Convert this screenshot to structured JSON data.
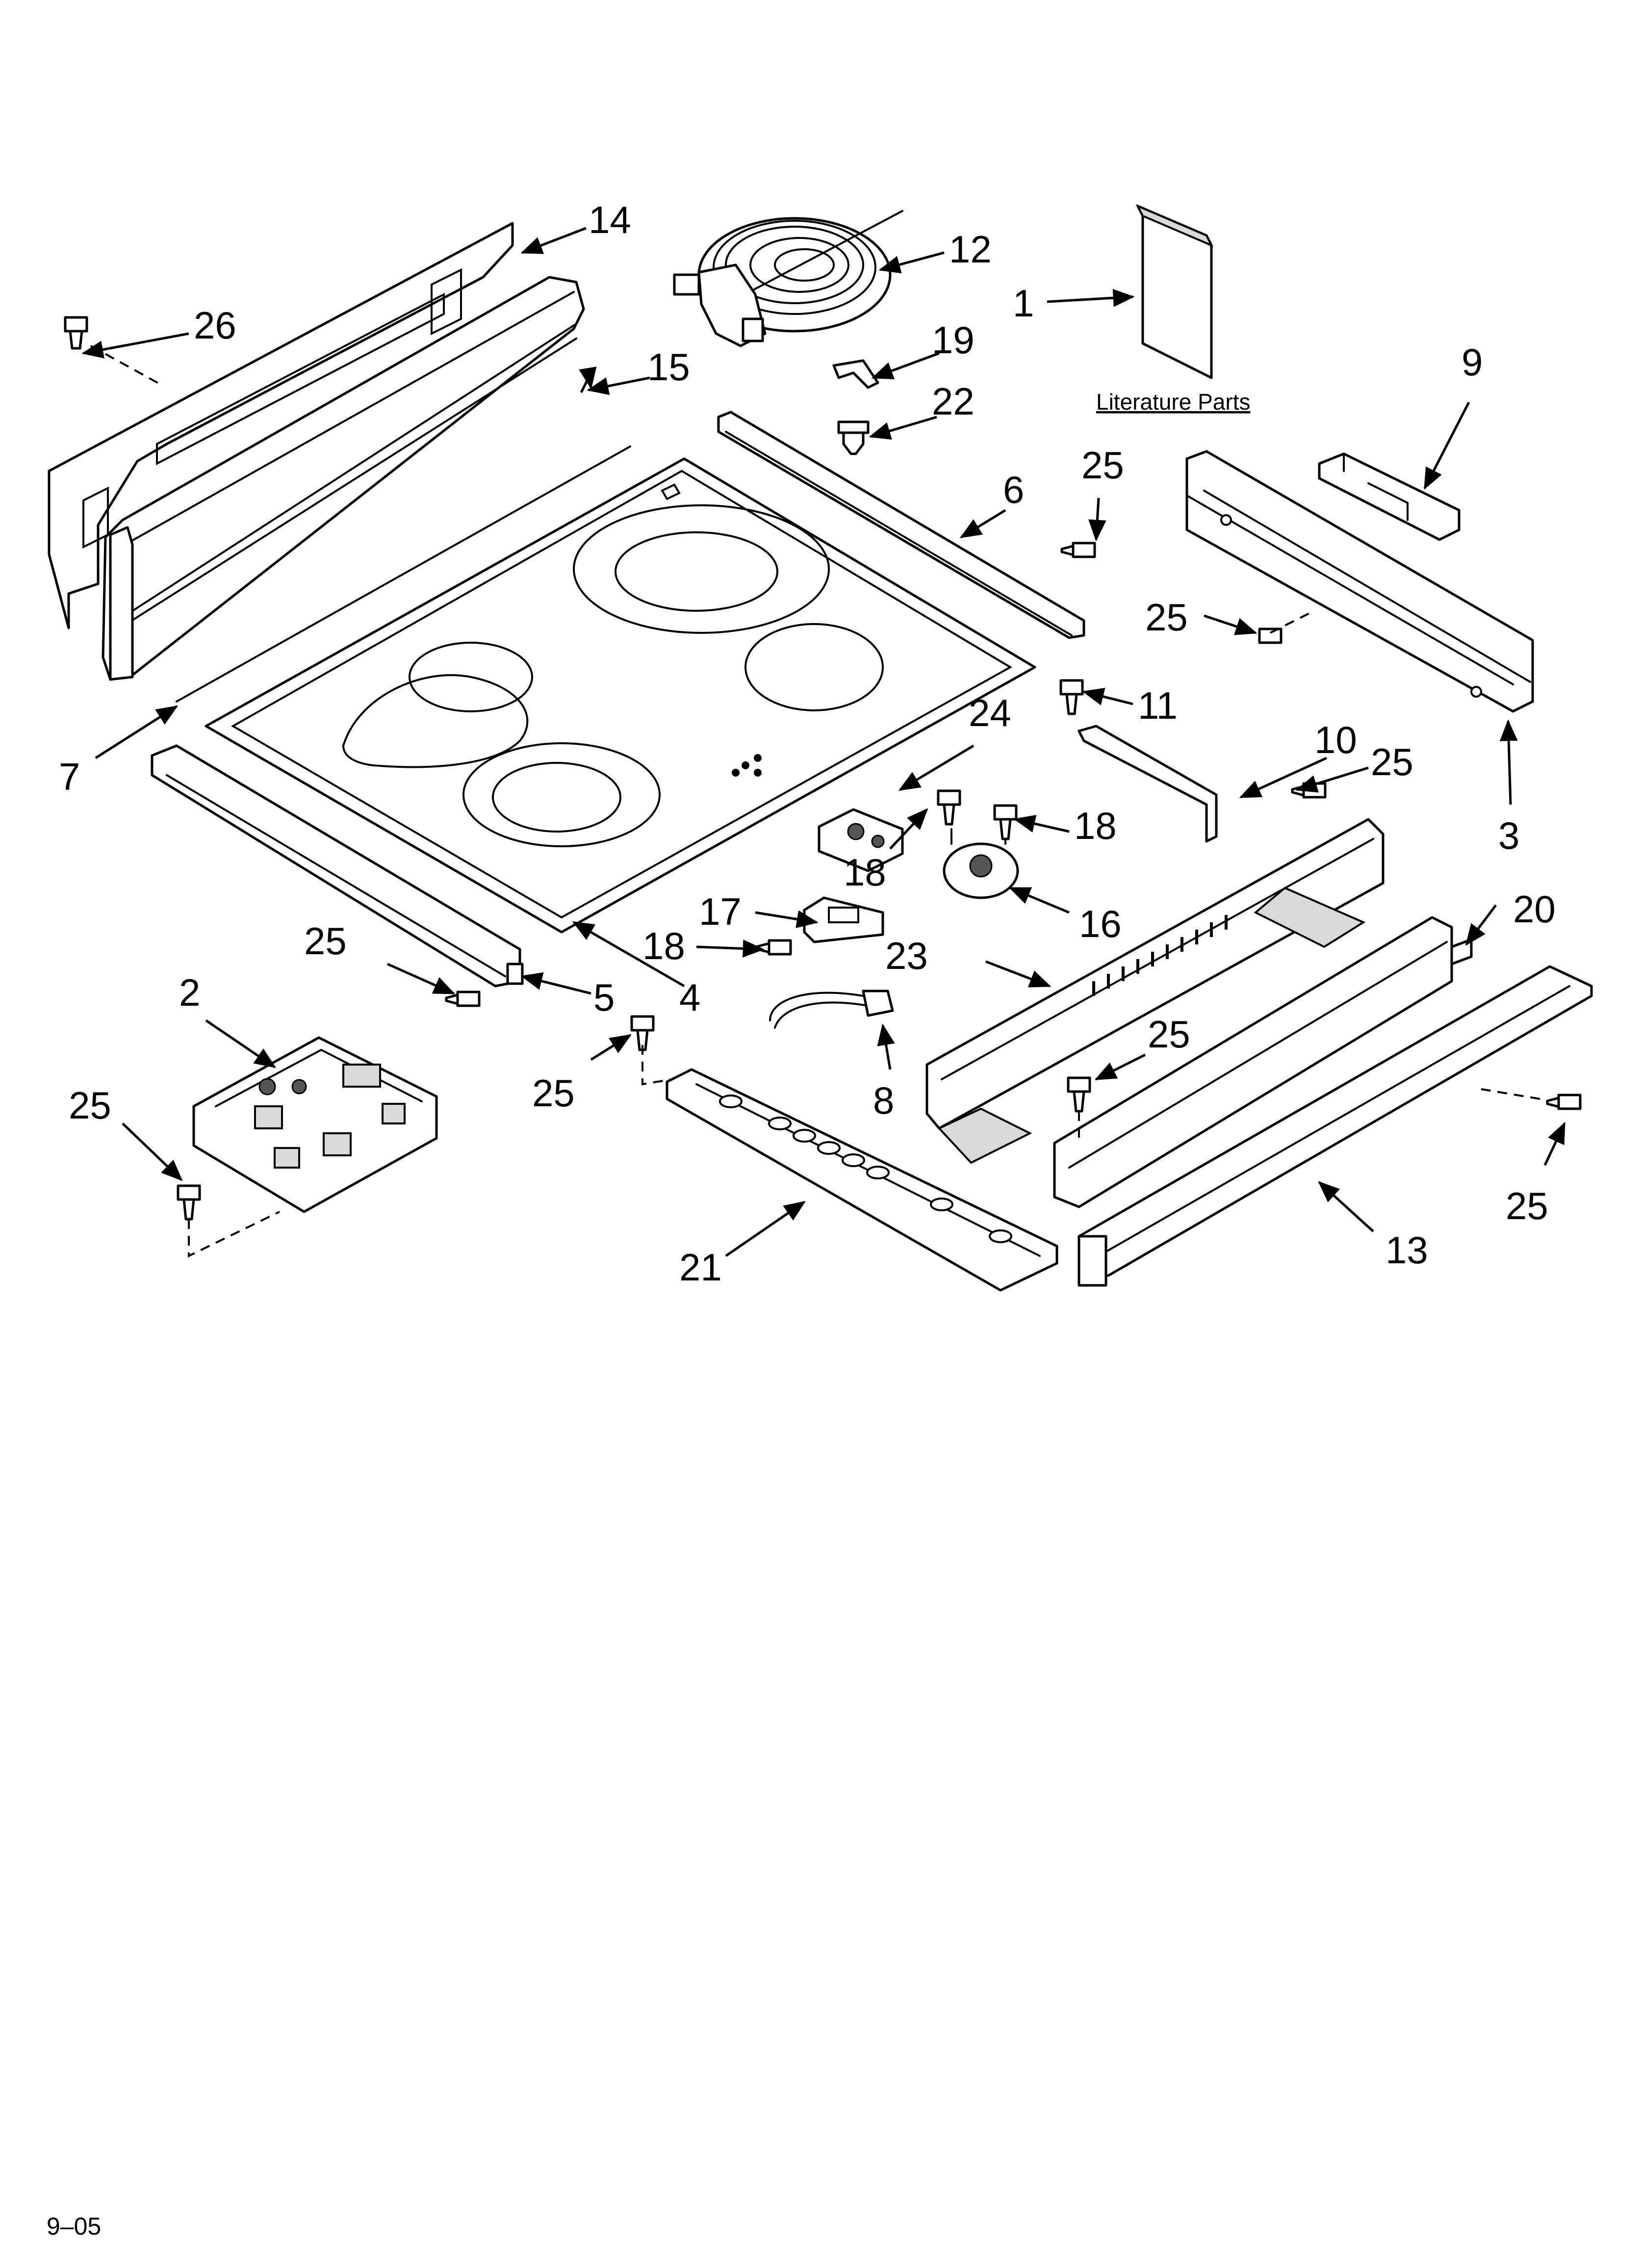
{
  "diagram": {
    "literature_caption": "Literature Parts",
    "date_code": "9–05",
    "callouts": [
      {
        "id": "c14",
        "text": "14"
      },
      {
        "id": "c12",
        "text": "12"
      },
      {
        "id": "c1",
        "text": "1"
      },
      {
        "id": "c26",
        "text": "26"
      },
      {
        "id": "c19",
        "text": "19"
      },
      {
        "id": "c15",
        "text": "15"
      },
      {
        "id": "c22",
        "text": "22"
      },
      {
        "id": "c9",
        "text": "9"
      },
      {
        "id": "c25a",
        "text": "25"
      },
      {
        "id": "c6",
        "text": "6"
      },
      {
        "id": "c25b",
        "text": "25"
      },
      {
        "id": "c11",
        "text": "11"
      },
      {
        "id": "c24",
        "text": "24"
      },
      {
        "id": "c10",
        "text": "10"
      },
      {
        "id": "c25c",
        "text": "25"
      },
      {
        "id": "c7",
        "text": "7"
      },
      {
        "id": "c3",
        "text": "3"
      },
      {
        "id": "c18a",
        "text": "18"
      },
      {
        "id": "c18b",
        "text": "18"
      },
      {
        "id": "c16",
        "text": "16"
      },
      {
        "id": "c17",
        "text": "17"
      },
      {
        "id": "c20",
        "text": "20"
      },
      {
        "id": "c25d",
        "text": "25"
      },
      {
        "id": "c18c",
        "text": "18"
      },
      {
        "id": "c23",
        "text": "23"
      },
      {
        "id": "c2",
        "text": "2"
      },
      {
        "id": "c5",
        "text": "5"
      },
      {
        "id": "c4",
        "text": "4"
      },
      {
        "id": "c25e",
        "text": "25"
      },
      {
        "id": "c25f",
        "text": "25"
      },
      {
        "id": "c8",
        "text": "8"
      },
      {
        "id": "c25g",
        "text": "25"
      },
      {
        "id": "c25h",
        "text": "25"
      },
      {
        "id": "c21",
        "text": "21"
      },
      {
        "id": "c13",
        "text": "13"
      }
    ]
  }
}
